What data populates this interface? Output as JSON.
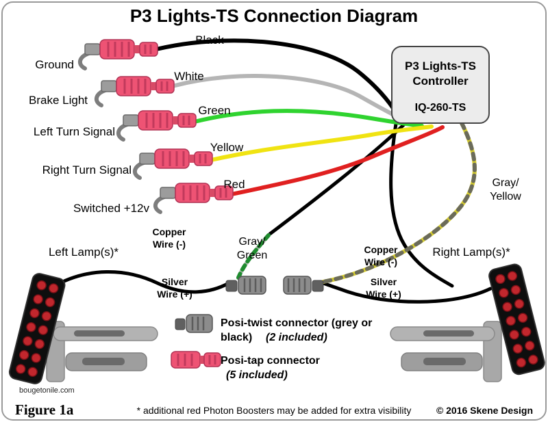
{
  "title": "P3 Lights-TS Connection Diagram",
  "controller": {
    "name_line1": "P3 Lights-TS",
    "name_line2": "Controller",
    "model": "IQ-260-TS"
  },
  "inputs": [
    {
      "label": "Ground",
      "wire": "Black"
    },
    {
      "label": "Brake Light",
      "wire": "White"
    },
    {
      "label": "Left Turn Signal",
      "wire": "Green"
    },
    {
      "label": "Right Turn Signal",
      "wire": "Yellow"
    },
    {
      "label": "Switched +12v",
      "wire": "Red"
    }
  ],
  "output_wires": {
    "gray_yellow_line1": "Gray/",
    "gray_yellow_line2": "Yellow",
    "gray_green_line1": "Gray/",
    "gray_green_line2": "Green"
  },
  "lamp_wiring": {
    "copper_line1": "Copper",
    "copper_line2": "Wire (-)",
    "silver_line1": "Silver",
    "silver_line2": "Wire (+)"
  },
  "lamps": {
    "left": "Left Lamp(s)*",
    "right": "Right Lamp(s)*"
  },
  "legend": {
    "posi_twist_line1": "Posi-twist connector (grey or",
    "posi_twist_line2": "black)",
    "posi_twist_qty": "(2 included)",
    "posi_tap_line1": "Posi-tap connector",
    "posi_tap_qty": "(5 included)"
  },
  "footer": {
    "figure": "Figure 1a",
    "note": "* additional red Photon Boosters may be added for extra visibility",
    "copyright": "© 2016 Skene Design",
    "watermark": "bougetonile.com"
  },
  "colors": {
    "black_wire": "#000000",
    "white_wire": "#b5b5b5",
    "green_wire": "#2fd32f",
    "yellow_wire": "#f0e312",
    "red_wire": "#e02020",
    "gray_yellow_base": "#d6cd30",
    "gray_yellow_stripe": "#6b6b5a",
    "gray_green_base": "#b7bdb7",
    "gray_green_stripe": "#1f8c2f"
  }
}
